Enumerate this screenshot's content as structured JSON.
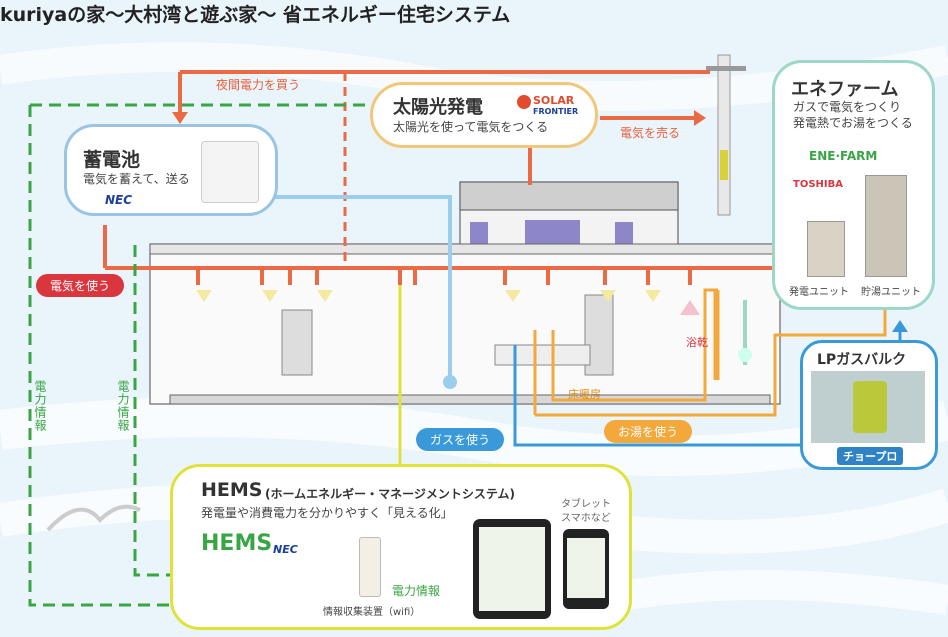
{
  "title": "kuriyaの家〜大村湾と遊ぶ家〜 省エネルギー住宅システム",
  "battery": {
    "title": "蓄電池",
    "desc": "電気を蓄えて、送る",
    "brand": "NEC"
  },
  "solar": {
    "title": "太陽光発電",
    "desc": "太陽光を使って電気をつくる",
    "brand_top": "SOLAR",
    "brand_bottom": "FRONTIER"
  },
  "enefarm": {
    "title": "エネファーム",
    "desc1": "ガスで電気をつくり",
    "desc2": "発電熱でお湯をつくる",
    "logo": "ENE·FARM",
    "maker": "TOSHIBA",
    "unit1": "発電ユニット",
    "unit2": "貯湯ユニット"
  },
  "lpgas": {
    "title": "LPガスバルク",
    "brand": "チョープロ"
  },
  "hems": {
    "title": "HEMS",
    "title_sub": "(ホームエネルギー・マネージメントシステム)",
    "desc": "発電量や消費電力を分かりやすく「見える化」",
    "logo": "HEMS",
    "brand": "NEC",
    "device": "情報収集装置（wifi）",
    "tablet_label1": "タブレット",
    "tablet_label2": "スマホなど"
  },
  "flows": {
    "night_buy": "夜間電力を買う",
    "sell": "電気を売る",
    "use_elec": "電気を使う",
    "power_info_1": "電力情報",
    "power_info_2": "電力情報",
    "power_info_3": "電力情報",
    "use_gas": "ガスを使う",
    "use_hot": "お湯を使う",
    "floor_heat": "床暖房",
    "bath_dry": "浴乾"
  },
  "colors": {
    "orange": "#ea6a45",
    "green": "#3aa544",
    "blue": "#3a9ad9",
    "amber": "#f2a83a",
    "red": "#d9363e",
    "yellow_border": "#dfe23a"
  }
}
